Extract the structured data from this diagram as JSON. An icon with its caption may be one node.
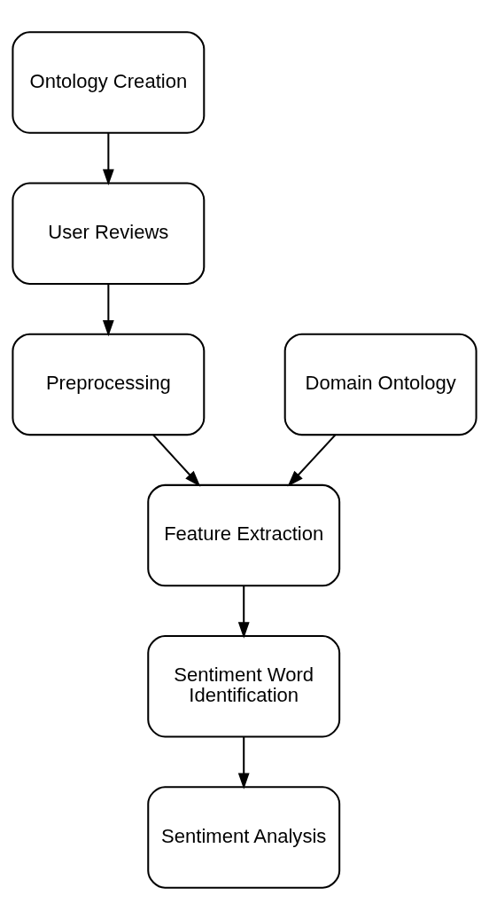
{
  "diagram": {
    "nodes": [
      {
        "text": [
          "Ontology Creation"
        ]
      },
      {
        "text": [
          "User Reviews"
        ]
      },
      {
        "text": [
          "Preprocessing"
        ]
      },
      {
        "text": [
          "Domain Ontology"
        ]
      },
      {
        "text": [
          "Feature Extraction"
        ]
      },
      {
        "text": [
          "Sentiment Word Identification"
        ]
      },
      {
        "text": [
          "Sentiment Analysis"
        ]
      }
    ],
    "edges": [
      {
        "from": 0,
        "to": 1,
        "arrow": "to"
      },
      {
        "from": 1,
        "to": 2,
        "arrow": "to"
      },
      {
        "from": 2,
        "to": 4,
        "arrow": "to"
      },
      {
        "from": 3,
        "to": 4,
        "arrow": "to"
      },
      {
        "from": 4,
        "to": 5,
        "arrow": "to"
      },
      {
        "from": 5,
        "to": 6,
        "arrow": "to"
      }
    ]
  }
}
